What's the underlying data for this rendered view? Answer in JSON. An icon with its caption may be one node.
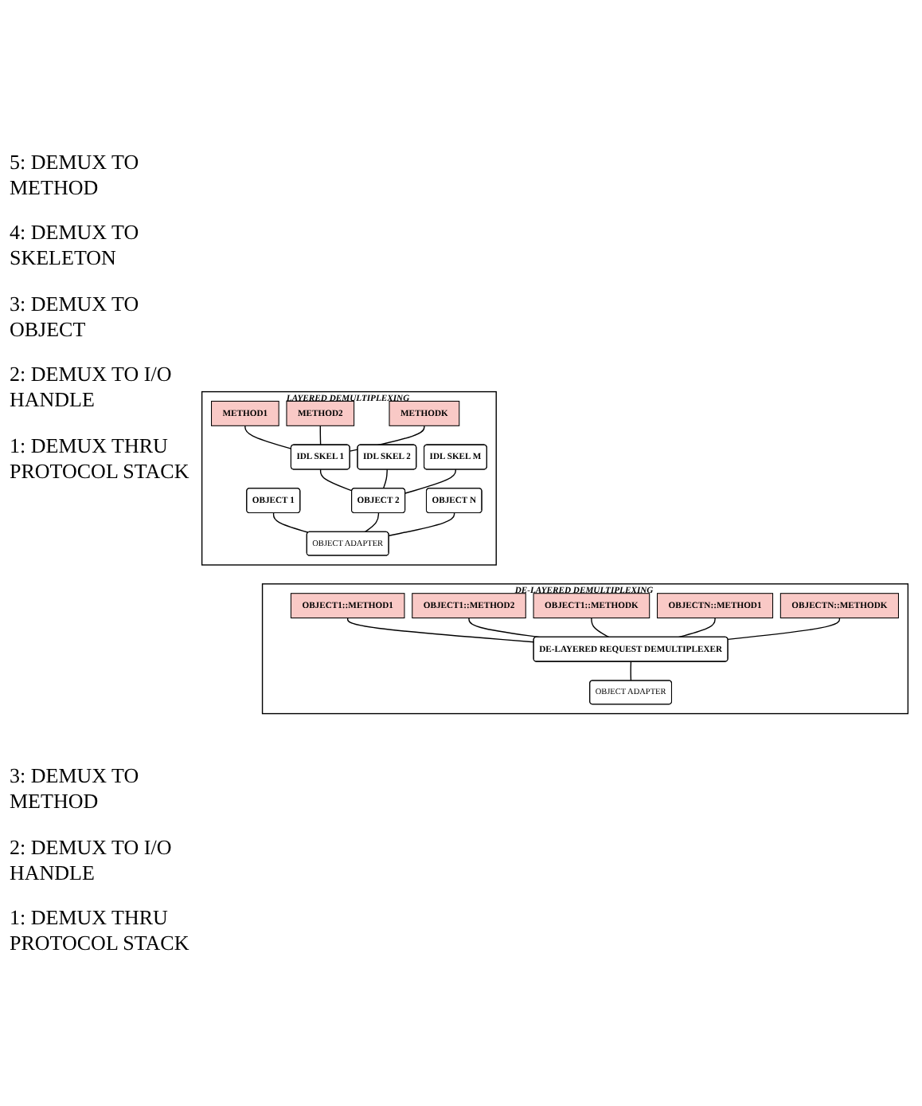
{
  "diagram": {
    "nodes": [
      {
        "text": [
          "LAYERED DEMULTIPLEXING"
        ]
      },
      {
        "text": [
          "METHOD1"
        ],
        "in": 0
      },
      {
        "text": [
          "METHOD2"
        ],
        "in": 0
      },
      {
        "text": [
          "METHODK"
        ],
        "in": 0
      },
      {
        "text": [
          "IDL SKEL 1"
        ],
        "in": 0
      },
      {
        "text": [
          "IDL SKEL 2"
        ],
        "in": 0
      },
      {
        "text": [
          "IDL SKEL M"
        ],
        "in": 0
      },
      {
        "text": [
          "OBJECT 1"
        ],
        "in": 0
      },
      {
        "text": [
          "OBJECT 2"
        ],
        "in": 0
      },
      {
        "text": [
          "OBJECT N"
        ],
        "in": 0
      },
      {
        "text": [
          "OBJECT ADAPTER"
        ],
        "in": 0
      },
      {
        "text": [
          "DE-LAYERED DEMULTIPLEXING"
        ]
      },
      {
        "text": [
          "OBJECT1::METHOD1"
        ],
        "in": 11
      },
      {
        "text": [
          "OBJECT1::METHOD2"
        ],
        "in": 11
      },
      {
        "text": [
          "OBJECT1::METHODK"
        ],
        "in": 11
      },
      {
        "text": [
          "OBJECTN::METHOD1"
        ],
        "in": 11
      },
      {
        "text": [
          "OBJECTN::METHODK"
        ],
        "in": 11
      },
      {
        "text": [
          "DE-LAYERED REQUEST DEMULTIPLEXER"
        ],
        "in": 11
      },
      {
        "text": [
          "OBJECT ADAPTER"
        ],
        "in": 11
      }
    ],
    "edges": [
      {
        "from": 1,
        "to": 4,
        "arrow": "none"
      },
      {
        "from": 2,
        "to": 4,
        "arrow": "none"
      },
      {
        "from": 3,
        "to": 4,
        "arrow": "none"
      },
      {
        "from": 4,
        "to": 8,
        "arrow": "none"
      },
      {
        "from": 5,
        "to": 8,
        "arrow": "none"
      },
      {
        "from": 6,
        "to": 8,
        "arrow": "none"
      },
      {
        "from": 7,
        "to": 10,
        "arrow": "none"
      },
      {
        "from": 8,
        "to": 10,
        "arrow": "none"
      },
      {
        "from": 9,
        "to": 10,
        "arrow": "none"
      },
      {
        "from": 12,
        "to": 17,
        "arrow": "none"
      },
      {
        "from": 13,
        "to": 17,
        "arrow": "none"
      },
      {
        "from": 14,
        "to": 17,
        "arrow": "none"
      },
      {
        "from": 15,
        "to": 17,
        "arrow": "none"
      },
      {
        "from": 16,
        "to": 17,
        "arrow": "none"
      },
      {
        "from": 17,
        "to": 18,
        "arrow": "none"
      }
    ],
    "labels": [
      "5: DEMUX TO METHOD",
      "4: DEMUX TO SKELETON",
      "3: DEMUX TO OBJECT",
      "2: DEMUX TO I/O HANDLE",
      "1: DEMUX THRU PROTOCOL STACK",
      "3: DEMUX TO METHOD",
      "2: DEMUX TO I/O HANDLE",
      "1: DEMUX THRU PROTOCOL STACK"
    ]
  }
}
